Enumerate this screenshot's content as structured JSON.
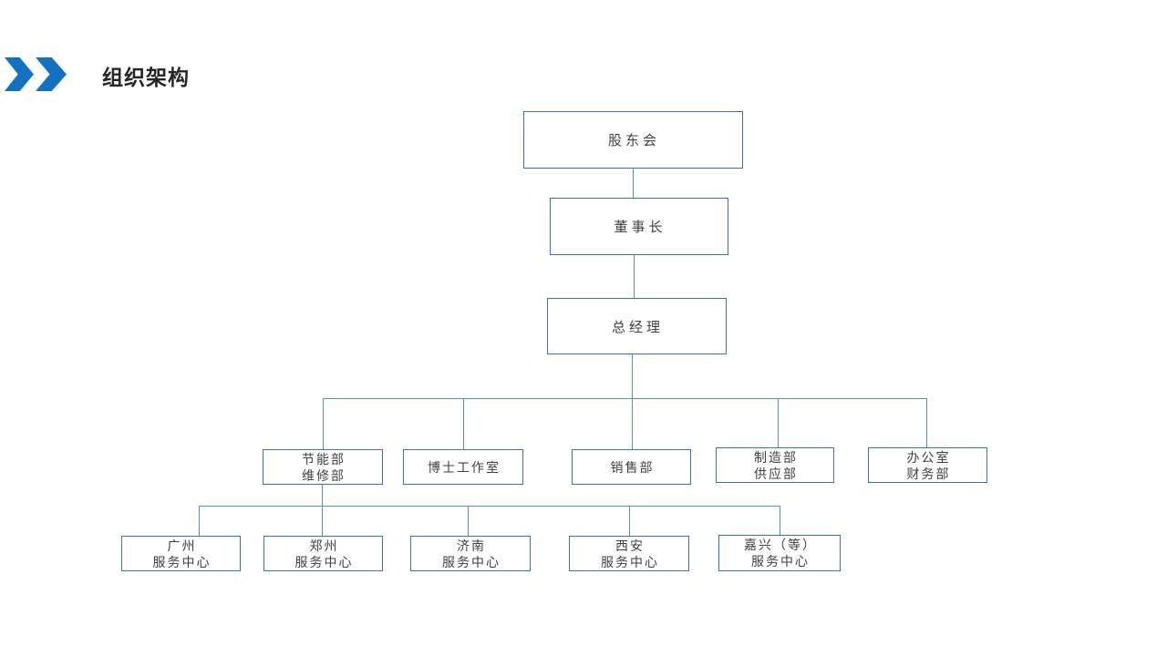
{
  "header": {
    "title": "组织架构"
  },
  "colors": {
    "accent_blue": "#1272C2",
    "box_border": "#41719C",
    "connector_blue": "#5d8fbe",
    "title_text": "#262626",
    "node_text": "#404040",
    "background": "#ffffff"
  },
  "org_chart": {
    "nodes": [
      {
        "id": "shareholders",
        "lines": [
          "股东会",
          ""
        ]
      },
      {
        "id": "chairman",
        "lines": [
          "董事长",
          ""
        ]
      },
      {
        "id": "general-manager",
        "lines": [
          "总经理",
          ""
        ]
      },
      {
        "id": "energy-maintenance",
        "lines": [
          "节能部",
          "维修部"
        ]
      },
      {
        "id": "phd-studio",
        "lines": [
          "博士工作室",
          ""
        ]
      },
      {
        "id": "sales",
        "lines": [
          "销售部",
          ""
        ]
      },
      {
        "id": "manufacturing-supply",
        "lines": [
          "制造部",
          "供应部"
        ]
      },
      {
        "id": "office-finance",
        "lines": [
          "办公室",
          "财务部"
        ]
      },
      {
        "id": "guangzhou-center",
        "lines": [
          "广州",
          "服务中心"
        ]
      },
      {
        "id": "zhengzhou-center",
        "lines": [
          "郑州",
          "服务中心"
        ]
      },
      {
        "id": "jinan-center",
        "lines": [
          "济南",
          "服务中心"
        ]
      },
      {
        "id": "xian-center",
        "lines": [
          "西安",
          "服务中心"
        ]
      },
      {
        "id": "jiaxing-center",
        "lines": [
          "嘉兴（等）",
          "服务中心"
        ]
      }
    ]
  }
}
